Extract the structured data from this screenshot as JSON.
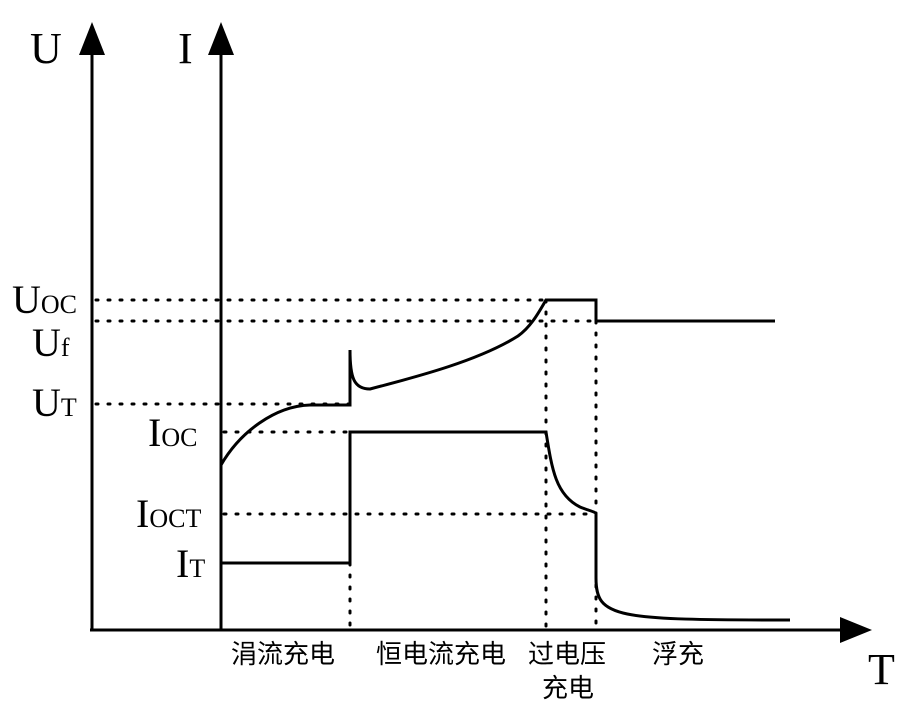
{
  "axes": {
    "u_label": "U",
    "i_label": "I",
    "t_label": "T"
  },
  "levels": {
    "u_oc": {
      "main": "U",
      "sub": "OC"
    },
    "u_f": {
      "main": "U",
      "sub": "f"
    },
    "u_t": {
      "main": "U",
      "sub": "T"
    },
    "i_oc": {
      "main": "I",
      "sub": "OC"
    },
    "i_oct": {
      "main": "I",
      "sub": "OCT"
    },
    "i_t": {
      "main": "I",
      "sub": "T"
    }
  },
  "stages": {
    "trickle": "涓流充电",
    "constant_current": "恒电流充电",
    "overvoltage_line1": "过电压",
    "overvoltage_line2": "充电",
    "float": "浮充"
  },
  "colors": {
    "line": "#000000",
    "background": "#ffffff"
  }
}
